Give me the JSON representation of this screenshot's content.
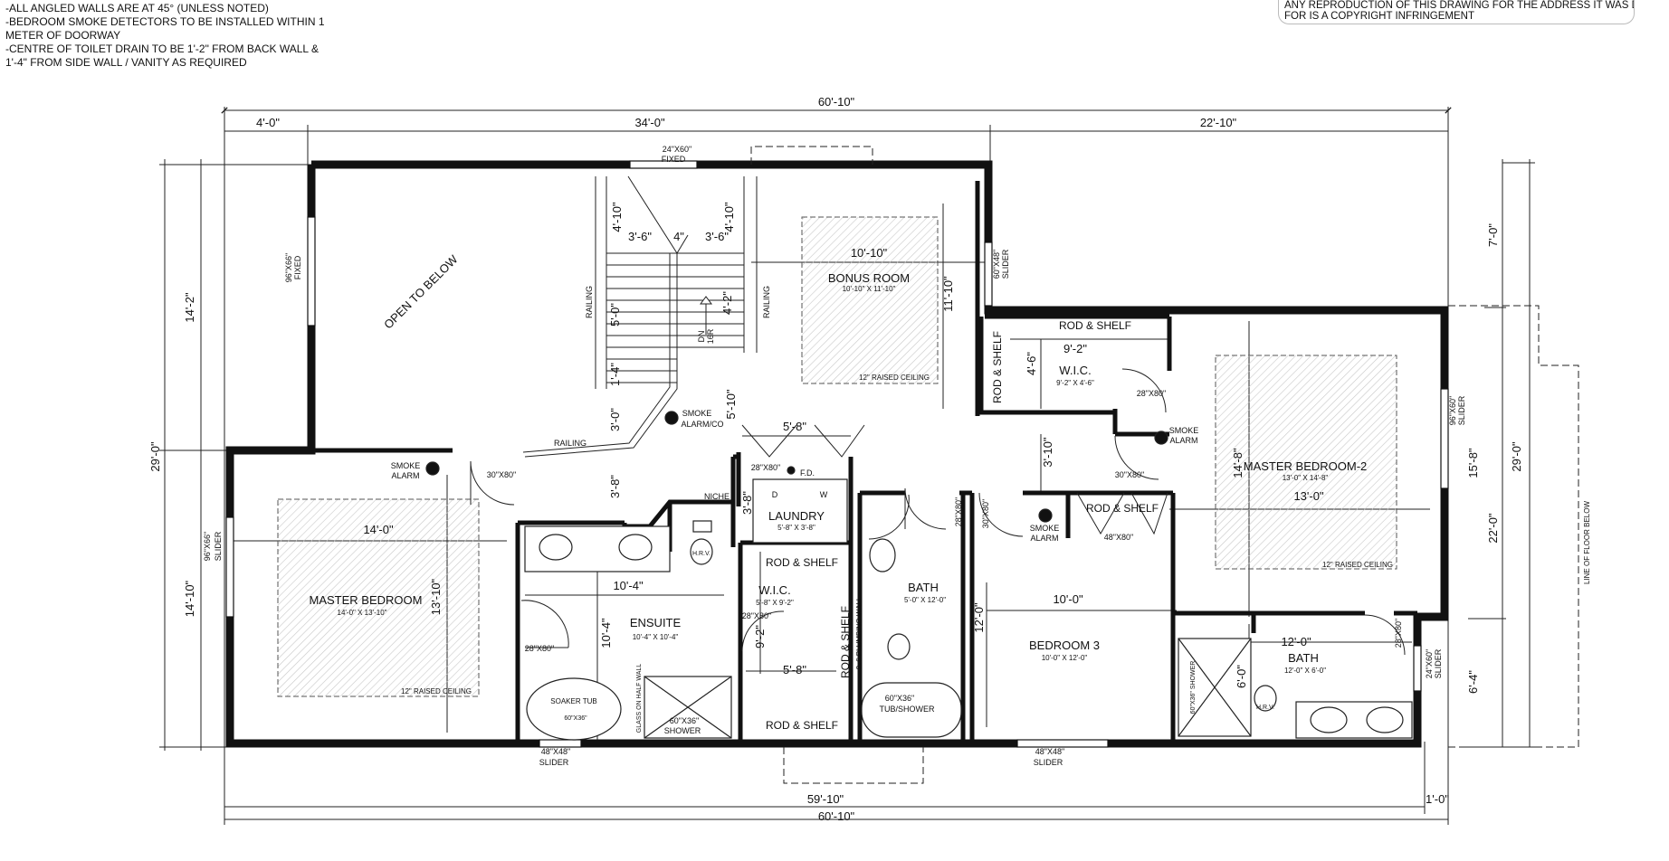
{
  "notes": [
    "-ALL ANGLED WALLS ARE AT 45° (UNLESS NOTED)",
    "-BEDROOM SMOKE DETECTORS TO BE INSTALLED WITHIN 1",
    "METER OF DOORWAY",
    "-CENTRE OF TOILET DRAIN TO BE 1'-2\" FROM BACK WALL &",
    "1'-4\" FROM SIDE WALL / VANITY AS REQUIRED"
  ],
  "copyright": [
    "ANY REPRODUCTION OF THIS DRAWING FOR THE ADDRESS IT WAS DRAWN",
    "FOR IS A COPYRIGHT INFRINGEMENT"
  ],
  "dims": {
    "top_total": "60'-10\"",
    "top_a": "4'-0\"",
    "top_b": "34'-0\"",
    "top_c": "22'-10\"",
    "bottom_a": "59'-10\"",
    "bottom_b": "1'-0\"",
    "bottom_total": "60'-10\"",
    "left_total": "29'-0\"",
    "left_a": "14'-2\"",
    "left_b": "14'-10\"",
    "right_a": "7'-0\"",
    "right_b": "15'-8\"",
    "right_c": "6'-4\"",
    "right_d": "22'-0\"",
    "right_total": "29'-0\"",
    "stair_a": "4'-10\"",
    "stair_b": "4'-10\"",
    "stair_c": "3'-6\"",
    "stair_d": "4\"",
    "stair_e": "3'-6\"",
    "stair_f": "5'-0\"",
    "stair_g": "4'-2\"",
    "stair_h": "1'-4\"",
    "stair_i": "3'-0\"",
    "stair_j": "5'-10\"",
    "hall_a": "3'-8\"",
    "hall_b": "3'-8\"",
    "laundry_w": "5'-8\"",
    "bonus_w": "10'-10\"",
    "bonus_h": "11'-10\"",
    "wic1_w": "9'-2\"",
    "wic1_h": "4'-6\"",
    "hall_c": "3'-10\"",
    "mb2_w": "13'-0\"",
    "mb2_h": "14'-8\"",
    "mb_w": "14'-0\"",
    "mb_h": "13'-10\"",
    "ens_w": "10'-4\"",
    "ens_h": "10'-4\"",
    "wic2_w": "5'-8\"",
    "wic2_h": "9'-2\"",
    "b3_w": "10'-0\"",
    "b3_h": "12'-0\"",
    "bath2_w": "12'-0\"",
    "bath2_h": "6'-0\""
  },
  "rooms": {
    "bonus_name": "BONUS ROOM",
    "bonus_size": "10'-10\" X 11'-10\"",
    "bonus_note": "12\" RAISED CEILING",
    "mb_name": "MASTER BEDROOM",
    "mb_size": "14'-0\" X 13'-10\"",
    "mb_note": "12\" RAISED CEILING",
    "mb2_name": "MASTER BEDROOM-2",
    "mb2_size": "13'-0\" X 14'-8\"",
    "mb2_note": "12\" RAISED CEILING",
    "ensuite_name": "ENSUITE",
    "ensuite_size": "10'-4\" X 10'-4\"",
    "laundry_name": "LAUNDRY",
    "laundry_size": "5'-8\" X 3'-8\"",
    "wic1_name": "W.I.C.",
    "wic1_size": "9'-2\" X 4'-6\"",
    "wic2_name": "W.I.C.",
    "wic2_size": "5'-8\" X 9'-2\"",
    "bath1_name": "BATH",
    "bath1_size": "5'-0\" X 12'-0\"",
    "b3_name": "BEDROOM 3",
    "b3_size": "10'-0\" X 12'-0\"",
    "bath2_name": "BATH",
    "bath2_size": "12'-0\" X 6'-0\"",
    "open_below": "OPEN TO BELOW"
  },
  "labels": {
    "win_top": "24\"X60\"",
    "win_top2": "FIXED",
    "win_left_top": "96\"X66\"",
    "win_left_top2": "FIXED",
    "win_left_bot": "96\"X66\"",
    "win_left_bot2": "SLIDER",
    "win_bonus": "60\"X48\"",
    "win_bonus2": "SLIDER",
    "win_mb2": "96\"X60\"",
    "win_mb2b": "SLIDER",
    "win_bath2": "24\"X60\"",
    "win_bath2b": "SLIDER",
    "win_ens": "48\"X48\"",
    "win_ens2": "SLIDER",
    "win_b3": "48\"X48\"",
    "win_b3b": "SLIDER",
    "railing": "RAILING",
    "dn": "DN",
    "risers": "16R",
    "niche": "NICHE",
    "smoke": "SMOKE",
    "alarm": "ALARM",
    "alarm_co": "ALARM/CO",
    "rod_shelf": "ROD & SHELF",
    "fd": "F.D.",
    "d": "D",
    "w": "W",
    "hrv": "H.R.V.",
    "door_28x80": "28\"X80\"",
    "door_30x80": "30\"X80\"",
    "door_48x80": "48\"X80\"",
    "soaker": "SOAKER TUB",
    "soaker_size": "60\"X36\"",
    "shower_size": "60\"X36\"",
    "shower": "SHOWER",
    "glass_wall": "GLASS ON HALF WALL",
    "tub_shower": "60\"X36\"",
    "tub_shower2": "TUB/SHOWER",
    "shower2": "60\"X36\" SHOWER",
    "plumbing_wall": "2x6 PLUMBING WALL",
    "line_floor": "LINE OF FLOOR BELOW"
  }
}
